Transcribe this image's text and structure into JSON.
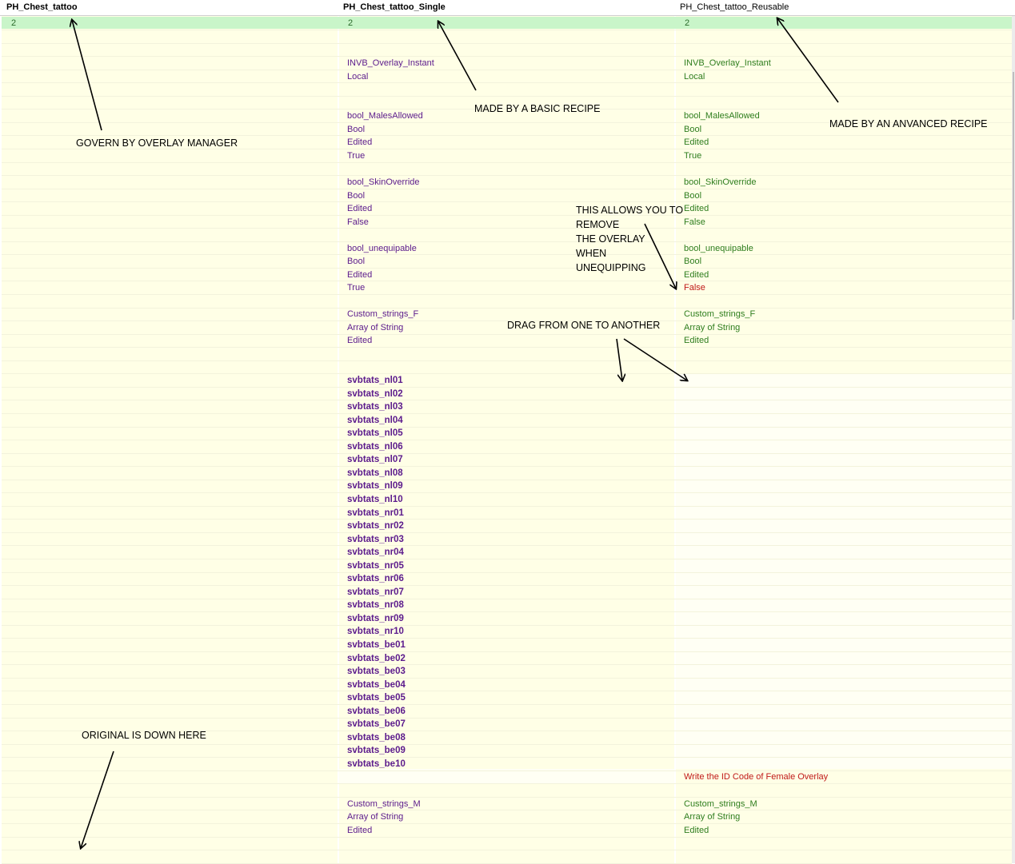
{
  "columns": [
    {
      "title": "PH_Chest_tattoo",
      "count": "2"
    },
    {
      "title": "PH_Chest_tattoo_Single",
      "count": "2"
    },
    {
      "title": "PH_Chest_tattoo_Reusable",
      "count": "2"
    }
  ],
  "single": {
    "fields": [
      {
        "name": "INVB_Overlay_Instant",
        "type": "Local",
        "state": "",
        "value": ""
      },
      {
        "name": "bool_MalesAllowed",
        "type": "Bool",
        "state": "Edited",
        "value": "True"
      },
      {
        "name": "bool_SkinOverride",
        "type": "Bool",
        "state": "Edited",
        "value": "False"
      },
      {
        "name": "bool_unequipable",
        "type": "Bool",
        "state": "Edited",
        "value": "True"
      },
      {
        "name": "Custom_strings_F",
        "type": "Array of String",
        "state": "Edited",
        "value": ""
      }
    ],
    "strings_f": [
      "svbtats_nl01",
      "svbtats_nl02",
      "svbtats_nl03",
      "svbtats_nl04",
      "svbtats_nl05",
      "svbtats_nl06",
      "svbtats_nl07",
      "svbtats_nl08",
      "svbtats_nl09",
      "svbtats_nl10",
      "svbtats_nr01",
      "svbtats_nr02",
      "svbtats_nr03",
      "svbtats_nr04",
      "svbtats_nr05",
      "svbtats_nr06",
      "svbtats_nr07",
      "svbtats_nr08",
      "svbtats_nr09",
      "svbtats_nr10",
      "svbtats_be01",
      "svbtats_be02",
      "svbtats_be03",
      "svbtats_be04",
      "svbtats_be05",
      "svbtats_be06",
      "svbtats_be07",
      "svbtats_be08",
      "svbtats_be09",
      "svbtats_be10"
    ],
    "m_field": {
      "name": "Custom_strings_M",
      "type": "Array of String",
      "state": "Edited"
    }
  },
  "reusable": {
    "fields": [
      {
        "name": "INVB_Overlay_Instant",
        "type": "Local",
        "state": "",
        "value": ""
      },
      {
        "name": "bool_MalesAllowed",
        "type": "Bool",
        "state": "Edited",
        "value": "True"
      },
      {
        "name": "bool_SkinOverride",
        "type": "Bool",
        "state": "Edited",
        "value": "False"
      },
      {
        "name": "bool_unequipable",
        "type": "Bool",
        "state": "Edited",
        "value": "False"
      },
      {
        "name": "Custom_strings_F",
        "type": "Array of String",
        "state": "Edited",
        "value": ""
      }
    ],
    "write_hint": "Write the ID Code of Female Overlay",
    "m_field": {
      "name": "Custom_strings_M",
      "type": "Array of String",
      "state": "Edited"
    }
  },
  "annotations": {
    "govern": "GOVERN BY OVERLAY MANAGER",
    "basic": "MADE BY A BASIC RECIPE",
    "advanced": "MADE BY AN ANVANCED RECIPE",
    "remove_lines": [
      "THIS ALLOWS YOU TO",
      "REMOVE",
      "THE OVERLAY",
      "WHEN",
      "UNEQUIPPING"
    ],
    "drag": "DRAG FROM ONE TO ANOTHER",
    "original": "ORIGINAL IS DOWN HERE"
  },
  "colors": {
    "cell_bg": "#ffffe6",
    "selected_row": "#c9f5c9",
    "purple_text": "#5b1a8c",
    "green_text": "#2e7d1e",
    "red_text": "#c01818"
  }
}
